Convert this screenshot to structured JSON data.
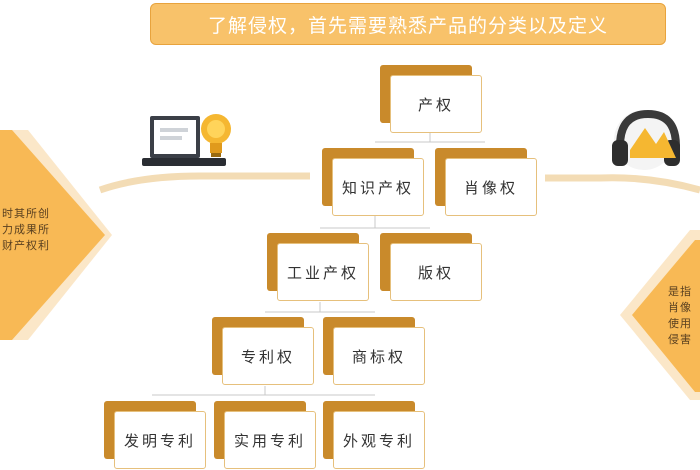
{
  "banner": {
    "title": "了解侵权，首先需要熟悉产品的分类以及定义"
  },
  "tree": {
    "root": "产权",
    "level1": [
      "知识产权",
      "肖像权"
    ],
    "level2": [
      "工业产权",
      "版权"
    ],
    "level3": [
      "专利权",
      "商标权"
    ],
    "level4": [
      "发明专利",
      "实用专利",
      "外观专利"
    ]
  },
  "left_panel": {
    "lines": [
      "时其所创",
      "力成果所",
      "财产权利"
    ]
  },
  "right_panel": {
    "lines": [
      "是指",
      "肖像",
      "使用",
      "侵害"
    ]
  },
  "icons": {
    "left": "laptop-lightbulb-icon",
    "right": "headphones-icon"
  },
  "colors": {
    "accent": "#f8c26a",
    "accent_dark": "#c98a2b",
    "node_border": "#e6c07c"
  }
}
